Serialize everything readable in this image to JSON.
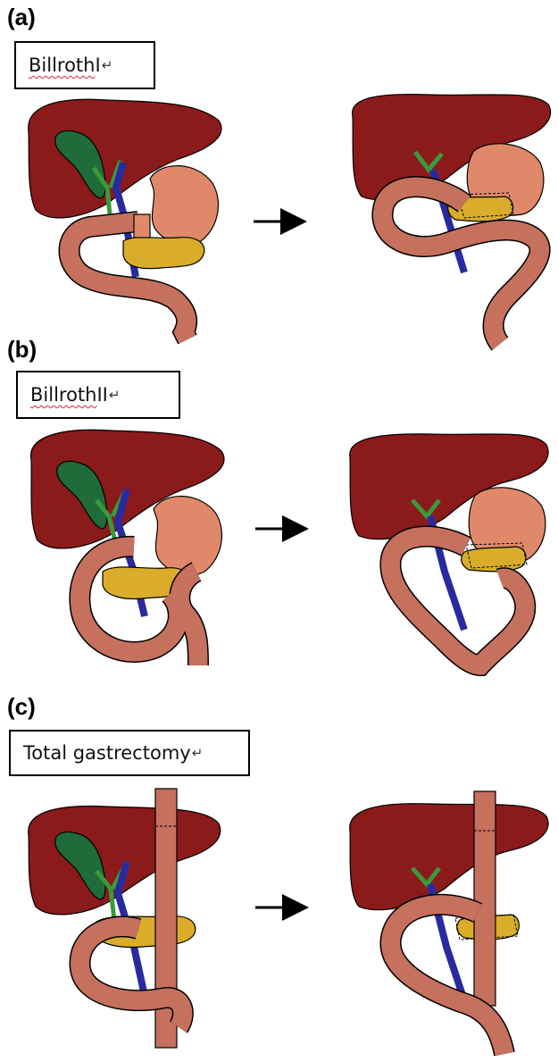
{
  "panels": [
    {
      "letter": "(a)",
      "label_word": "Billroth",
      "label_rest": " I",
      "return_mark": "↵"
    },
    {
      "letter": "(b)",
      "label_word": "Billroth",
      "label_rest": " II",
      "return_mark": "↵"
    },
    {
      "letter": "(c)",
      "label_word": "",
      "label_rest": "Total gastrectomy",
      "return_mark": "↵"
    }
  ],
  "colors": {
    "liver": "#8b1a1a",
    "gallbladder": "#1f6b3a",
    "bile_duct": "#3a9a3a",
    "portal_vein": "#2a2aa0",
    "stomach": "#e0896a",
    "pancreas": "#d9ad2a",
    "intestine": "#c6705e",
    "outline": "#000000"
  },
  "icons": [
    "right-arrow-icon"
  ]
}
